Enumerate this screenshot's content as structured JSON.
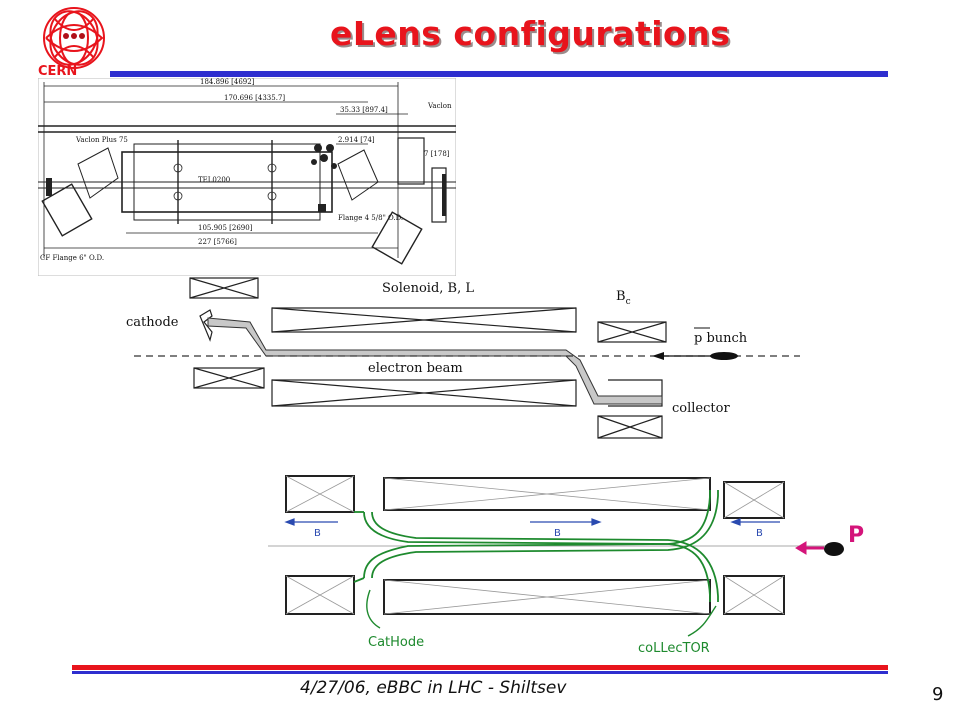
{
  "slide": {
    "title": "eLens configurations",
    "footer": "4/27/06, eBBC in LHC  - Shiltsev",
    "page_number": "9",
    "colors": {
      "title": "#e8141c",
      "rule_blue": "#2e2ecf",
      "rule_red": "#e8141c"
    }
  },
  "logo": {
    "icon": "accelerator-logo-icon",
    "text": "CERN"
  },
  "engineering_drawing": {
    "dimensions": [
      "184.896 [4692]",
      "170.696 [4335.7]",
      "35.33 [897.4]",
      "2.914 [74]",
      "7 [178]",
      "105.905 [2690]",
      "227 [5766]"
    ],
    "labels": [
      "Vaclon Plus 75",
      "TEL0200",
      "Vaclon",
      "Flange 4 5/8\" O.D.",
      "CF Flange 6\" O.D."
    ]
  },
  "schematic": {
    "labels": {
      "solenoid": "Solenoid, B, L",
      "bc": "B",
      "bc_sub": "c",
      "cathode": "cathode",
      "p_bunch": "p bunch",
      "electron_beam": "electron beam",
      "collector": "collector"
    }
  },
  "sketch": {
    "labels": {
      "b_left": "B",
      "b_center": "B",
      "b_right": "B",
      "p": "P",
      "cathode": "CatHode",
      "collector": "coLLecTOR"
    },
    "colors": {
      "field_arrow": "#2a4ab0",
      "electron_path": "#1e8a2e",
      "proton": "#d4147a"
    }
  }
}
